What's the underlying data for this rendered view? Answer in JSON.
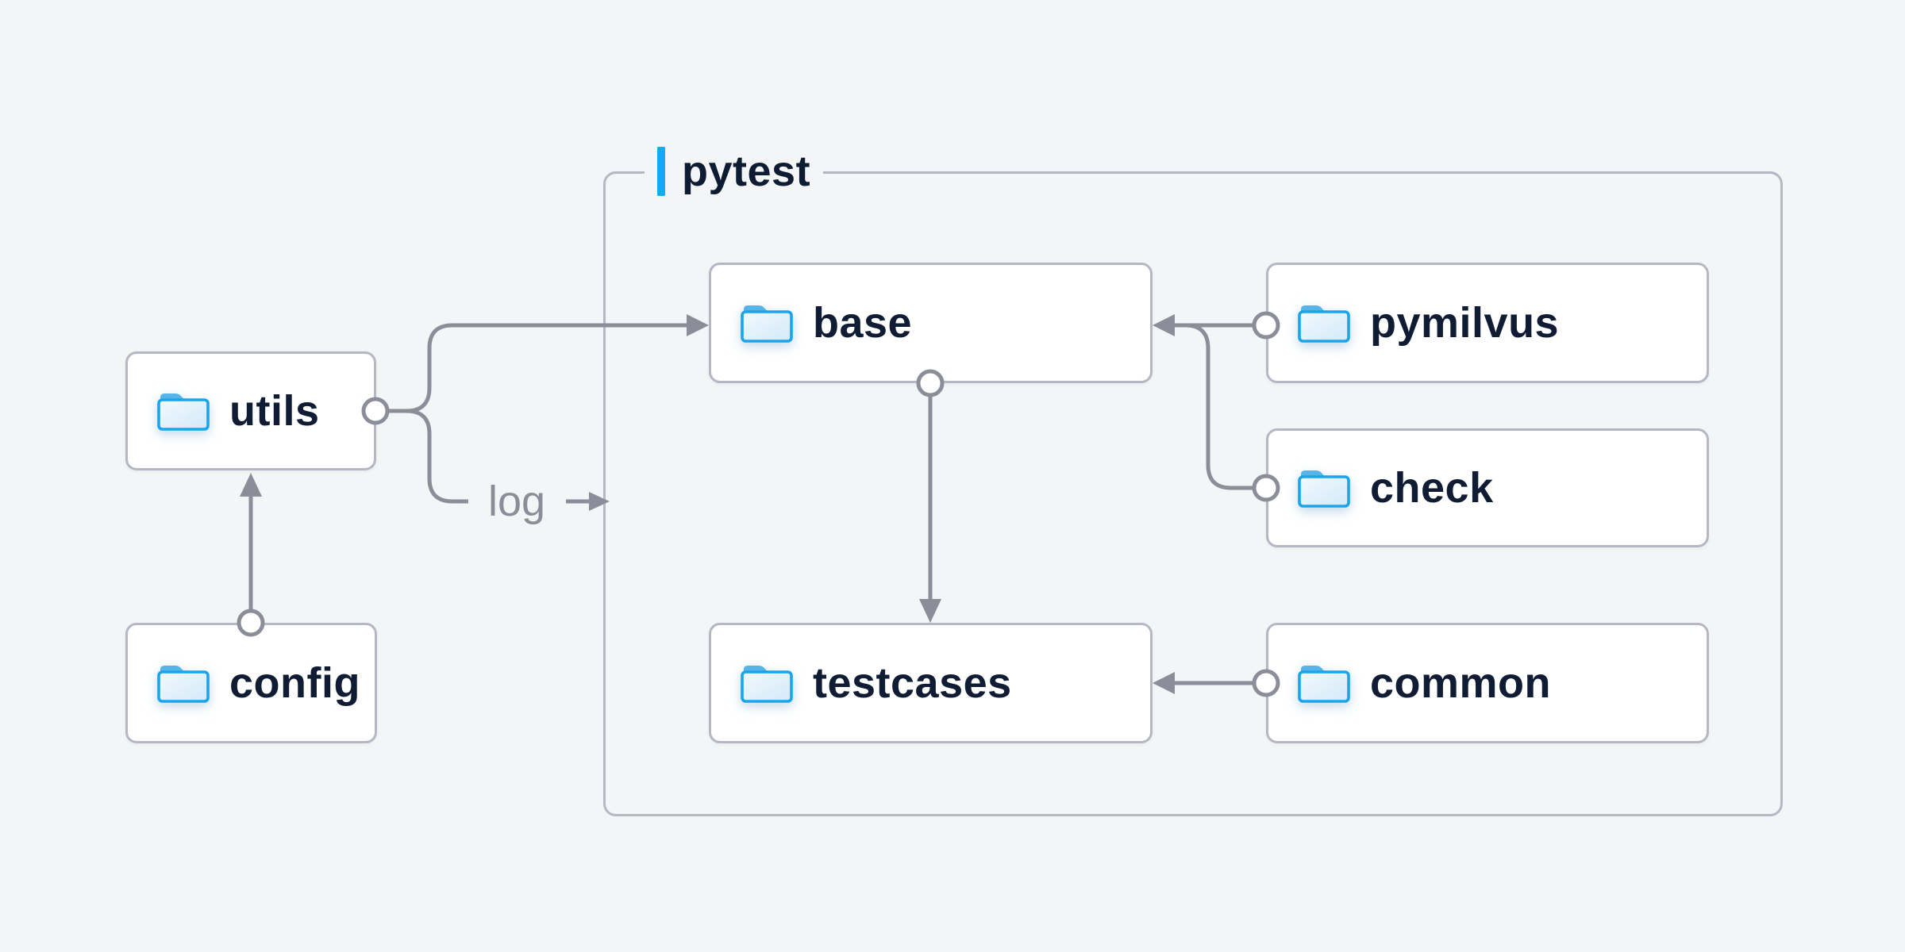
{
  "diagram": {
    "group": {
      "label": "pytest"
    },
    "nodes": [
      {
        "id": "utils",
        "label": "utils"
      },
      {
        "id": "config",
        "label": "config"
      },
      {
        "id": "base",
        "label": "base"
      },
      {
        "id": "testcases",
        "label": "testcases"
      },
      {
        "id": "pymilvus",
        "label": "pymilvus"
      },
      {
        "id": "check",
        "label": "check"
      },
      {
        "id": "common",
        "label": "common"
      }
    ],
    "edges": [
      {
        "from": "utils",
        "to": "base",
        "label": ""
      },
      {
        "from": "utils",
        "to": "pytest",
        "label": "log"
      },
      {
        "from": "config",
        "to": "utils",
        "label": ""
      },
      {
        "from": "base",
        "to": "testcases",
        "label": ""
      },
      {
        "from": "pymilvus",
        "to": "base",
        "label": ""
      },
      {
        "from": "check",
        "to": "base",
        "label": ""
      },
      {
        "from": "common",
        "to": "testcases",
        "label": ""
      }
    ],
    "colors": {
      "background": "#f4f5f6",
      "accent": "#14aaf0",
      "line": "#8b8d99",
      "node_border": "#b6b7c4",
      "node_fill": "#ffffff",
      "text": "#0f1c33",
      "edge_label": "#8b8d99",
      "folder_stroke": "#1aa5eb",
      "folder_tab": "#57b4e9",
      "folder_fill_light": "#f2f9fe",
      "folder_fill_dark": "#d3e9f8"
    }
  }
}
